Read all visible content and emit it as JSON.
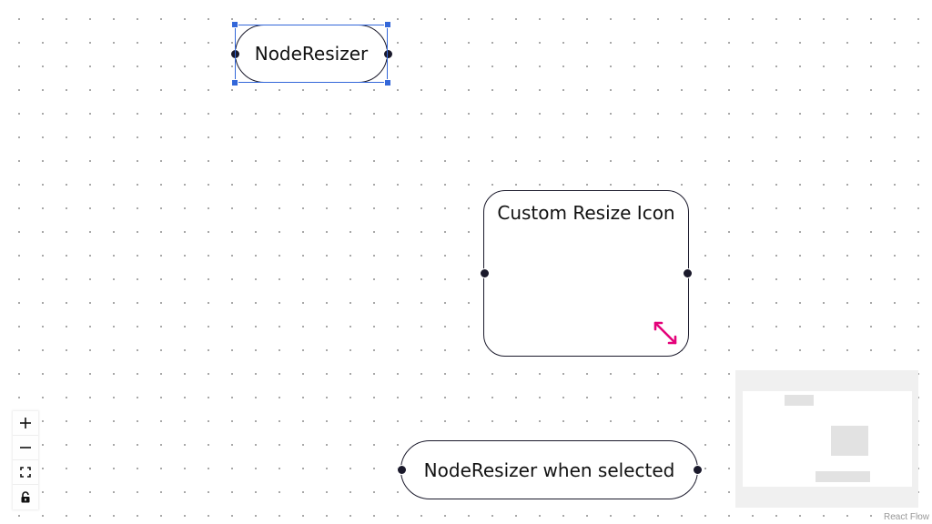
{
  "nodes": {
    "node_resizer": {
      "label": "NodeResizer",
      "selected": true
    },
    "custom_resize_icon": {
      "label": "Custom Resize Icon"
    },
    "resizer_when_selected": {
      "label": "NodeResizer when selected"
    }
  },
  "controls": {
    "zoom_in": {
      "icon": "plus-icon"
    },
    "zoom_out": {
      "icon": "minus-icon"
    },
    "fit_view": {
      "icon": "fit-view-icon"
    },
    "lock": {
      "icon": "lock-icon"
    }
  },
  "minimap": {
    "node_count": 3
  },
  "attribution": {
    "text": "React Flow"
  },
  "colors": {
    "selection": "#3367d9",
    "handle": "#1a192b",
    "custom_resize_icon": "#e4027a",
    "minimap_node": "#e2e2e2"
  }
}
